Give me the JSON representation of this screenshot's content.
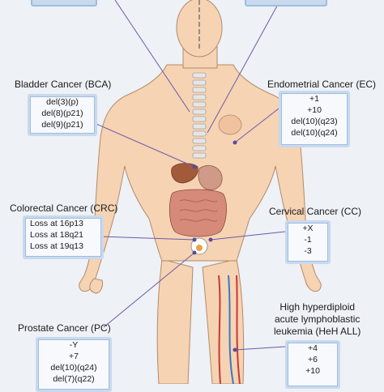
{
  "cancers": [
    {
      "id": "bca",
      "title": "Bladder Cancer (BCA)",
      "alterations": [
        "del(3)(p)",
        "del(8)(p21)",
        "del(9)(p21)"
      ]
    },
    {
      "id": "ec",
      "title": "Endometrial Cancer (EC)",
      "alterations": [
        "+1",
        "+10",
        "del(10)(q23)",
        "del(10)(q24)"
      ]
    },
    {
      "id": "crc",
      "title": "Colorectal Cancer (CRC)",
      "alterations": [
        "Loss at 16p13",
        "Loss at 18q21",
        "Loss at 19q13"
      ]
    },
    {
      "id": "cc",
      "title": "Cervical Cancer (CC)",
      "alterations": [
        "+X",
        "-1",
        "-3"
      ]
    },
    {
      "id": "pc",
      "title": "Prostate Cancer (PC)",
      "alterations": [
        "-Y",
        "+7",
        "del(10)(q24)",
        "del(7)(q22)"
      ]
    },
    {
      "id": "heh",
      "title_lines": [
        "High hyperdiploid",
        "acute lymphoblastic",
        "leukemia (HeH ALL)"
      ],
      "alterations": [
        "+4",
        "+6",
        "+10"
      ]
    }
  ]
}
